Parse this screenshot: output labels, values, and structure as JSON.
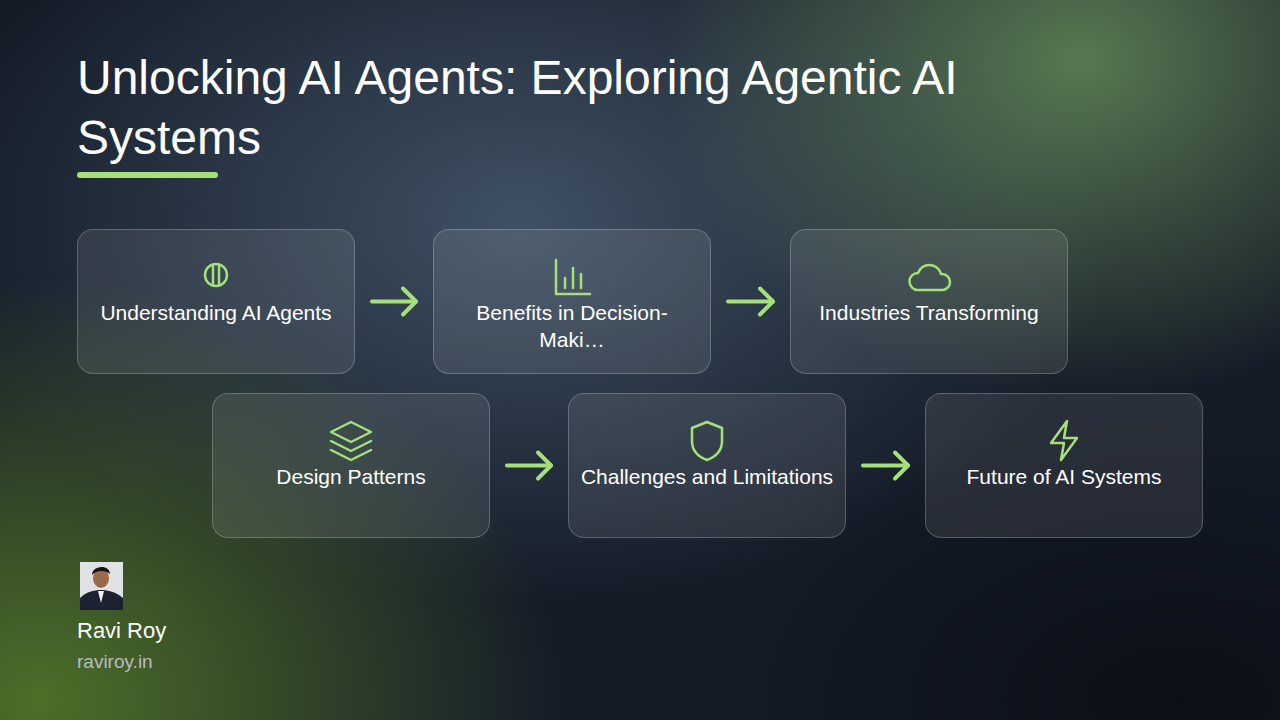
{
  "diagram": {
    "title": "Unlocking AI Agents: Exploring Agentic AI Systems",
    "nodes": [
      {
        "text": [
          "Understanding AI Agents"
        ]
      },
      {
        "text": [
          "Benefits in Decision-Maki…"
        ]
      },
      {
        "text": [
          "Industries Transforming"
        ]
      },
      {
        "text": [
          "Design Patterns"
        ]
      },
      {
        "text": [
          "Challenges and Limitations"
        ]
      },
      {
        "text": [
          "Future of AI Systems"
        ]
      }
    ],
    "edges": [
      {
        "from": 0,
        "to": 1,
        "arrow": "to"
      },
      {
        "from": 1,
        "to": 2,
        "arrow": "to"
      },
      {
        "from": 3,
        "to": 4,
        "arrow": "to"
      },
      {
        "from": 4,
        "to": 5,
        "arrow": "to"
      }
    ],
    "labels": [
      "Ravi Roy",
      "raviroy.in"
    ]
  }
}
